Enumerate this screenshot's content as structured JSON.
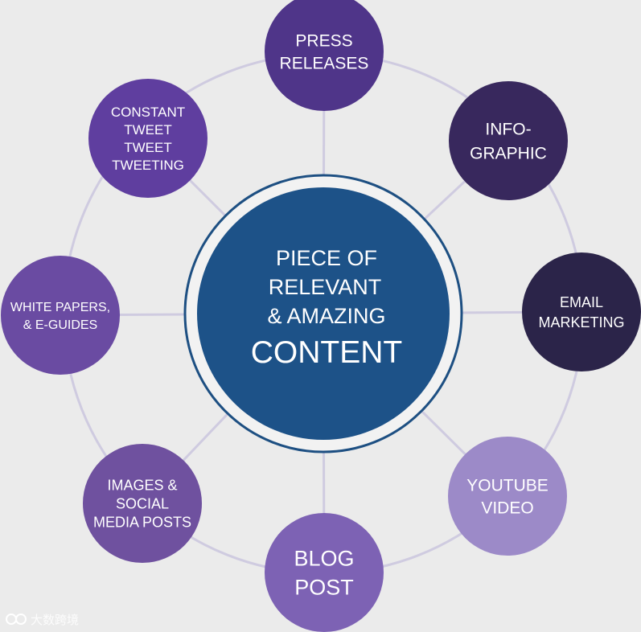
{
  "center": {
    "lines": [
      "PIECE OF",
      "RELEVANT",
      "& AMAZING",
      "CONTENT"
    ],
    "fill": "#1d5288",
    "ring": "#1d4f82"
  },
  "nodes": [
    {
      "id": "press-releases",
      "lines": [
        "PRESS",
        "RELEASES"
      ],
      "fill": "#4f3589"
    },
    {
      "id": "infographic",
      "lines": [
        "INFO-",
        "GRAPHIC"
      ],
      "fill": "#38285d"
    },
    {
      "id": "email-marketing",
      "lines": [
        "EMAIL",
        "MARKETING"
      ],
      "fill": "#2b2449"
    },
    {
      "id": "youtube-video",
      "lines": [
        "YOUTUBE",
        "VIDEO"
      ],
      "fill": "#9c8ac8"
    },
    {
      "id": "blog-post",
      "lines": [
        "BLOG",
        "POST"
      ],
      "fill": "#7d62b4"
    },
    {
      "id": "images-social",
      "lines": [
        "IMAGES &",
        "SOCIAL",
        "MEDIA POSTS"
      ],
      "fill": "#6f519f"
    },
    {
      "id": "white-papers",
      "lines": [
        "WHITE PAPERS,",
        "& E-GUIDES"
      ],
      "fill": "#6a4ba2"
    },
    {
      "id": "constant-tweet",
      "lines": [
        "CONSTANT",
        "TWEET",
        "TWEET",
        "TWEETING"
      ],
      "fill": "#5f3e9f"
    }
  ],
  "watermark": {
    "text": "大数跨境",
    "icon": "logo-mark-icon"
  },
  "colors": {
    "background": "#ebebeb",
    "outer_ring": "#cfcbe0",
    "spokes": "#cfcbe0"
  }
}
